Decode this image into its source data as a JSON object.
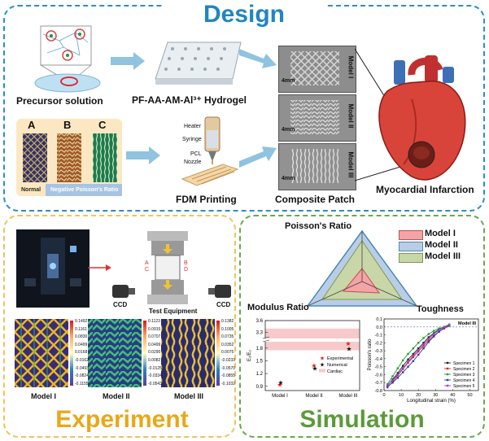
{
  "sections": {
    "design": "Design",
    "experiment": "Experiment",
    "simulation": "Simulation"
  },
  "design": {
    "precursor": "Precursor solution",
    "hydrogel": "PF-AA-AM-Al³⁺ Hydrogel",
    "fdm": "FDM Printing",
    "patch": "Composite Patch",
    "mi": "Myocardial Infarction",
    "patterns": {
      "a": "A",
      "b": "B",
      "c": "C",
      "normal": "Normal",
      "npr": "Negative Poisson's Ratio"
    },
    "printer": {
      "heater": "Heater",
      "syringe": "Syringe",
      "pcl": "PCL",
      "nozzle": "Nozzle"
    },
    "models": [
      "Model I",
      "Model II",
      "Model III"
    ],
    "scale": "4mm"
  },
  "experiment": {
    "ccd_left": "CCD",
    "ccd_right": "CCD",
    "equipment": "Test Equipment",
    "points": {
      "a": "A",
      "b": "B",
      "c": "C",
      "d": "D"
    },
    "maps": [
      {
        "label": "Model I",
        "ticks": [
          "0.1492",
          "0.1161",
          "0.0830",
          "0.0499",
          "0.0168",
          "-0.0162",
          "-0.0493",
          "-0.0824",
          "-0.1155"
        ]
      },
      {
        "label": "Model II",
        "ticks": [
          "0.1123",
          "0.0915",
          "0.0707",
          "0.0499",
          "0.0290",
          "0.0082",
          "-0.0125",
          "-0.0334",
          "-0.0543"
        ]
      },
      {
        "label": "Model III",
        "ticks": [
          "0.1382",
          "0.1005",
          "0.0735",
          "0.0352",
          "0.0075",
          "-0.0233",
          "-0.0570",
          "-0.0855",
          "-0.1032"
        ]
      }
    ]
  },
  "simulation": {
    "radar": {
      "axes": [
        "Poisson's Ratio",
        "Modulus Ratio",
        "Toughness"
      ],
      "legend": [
        "Model I",
        "Model II",
        "Model III"
      ],
      "colors": [
        "#f4a3a6",
        "#b9cde6",
        "#c9d6a8"
      ]
    },
    "modulus_chart": {
      "ylabel": "E₁/E₂",
      "yticks": [
        "0.9",
        "1.2",
        "1.5",
        "1.8",
        "3.3",
        "3.6"
      ],
      "categories": [
        "Model I",
        "Model II",
        "Model III"
      ],
      "legend": [
        "Experimental",
        "Numerical",
        "Cardiac"
      ]
    },
    "poisson_chart": {
      "title": "Model III",
      "ylabel": "Poisson's ratio",
      "xlabel": "Longitudinal strain (%)",
      "xticks": [
        "0",
        "10",
        "20",
        "30",
        "40",
        "50"
      ],
      "yticks": [
        "0.1",
        "0.0",
        "-0.1",
        "-0.2",
        "-0.3",
        "-0.4",
        "-0.5",
        "-0.6",
        "-0.7",
        "-0.8"
      ],
      "legend": [
        "Specimen 1",
        "Specimen 2",
        "Specimen 3",
        "Specimen 4",
        "Specimen 5"
      ]
    }
  },
  "chart_data": [
    {
      "type": "scatter",
      "ylabel": "E₁/E₂",
      "categories": [
        "Model I",
        "Model II",
        "Model III"
      ],
      "series": [
        {
          "name": "Experimental",
          "values": [
            0.93,
            1.38,
            1.9
          ]
        },
        {
          "name": "Numerical",
          "values": [
            0.98,
            1.32,
            1.78
          ]
        }
      ],
      "bands": [
        {
          "name": "Cardiac",
          "range": [
            1.75,
            3.4
          ]
        }
      ],
      "ylim": [
        0.8,
        3.6
      ],
      "legend": "bottom-right"
    },
    {
      "type": "line",
      "title": "Model III",
      "xlabel": "Longitudinal strain (%)",
      "ylabel": "Poisson's ratio",
      "xlim": [
        0,
        55
      ],
      "ylim": [
        -0.8,
        0.1
      ],
      "series": [
        {
          "name": "Specimen 1",
          "color": "#222222",
          "x": [
            2,
            5,
            8,
            11,
            14,
            17,
            20,
            23,
            26,
            29,
            32,
            35,
            38
          ],
          "y": [
            -0.74,
            -0.66,
            -0.58,
            -0.49,
            -0.41,
            -0.34,
            -0.27,
            -0.2,
            -0.13,
            -0.08,
            -0.03,
            0.0,
            0.02
          ]
        },
        {
          "name": "Specimen 2",
          "color": "#e02020",
          "x": [
            2,
            5,
            8,
            11,
            14,
            17,
            20,
            23,
            26,
            29,
            32,
            35,
            38
          ],
          "y": [
            -0.76,
            -0.69,
            -0.61,
            -0.53,
            -0.45,
            -0.38,
            -0.31,
            -0.24,
            -0.17,
            -0.11,
            -0.06,
            -0.02,
            0.01
          ]
        },
        {
          "name": "Specimen 3",
          "color": "#20a030",
          "x": [
            2,
            5,
            8,
            11,
            14,
            17,
            20,
            23,
            26,
            29,
            32,
            35,
            38
          ],
          "y": [
            -0.72,
            -0.62,
            -0.52,
            -0.42,
            -0.34,
            -0.27,
            -0.2,
            -0.14,
            -0.09,
            -0.05,
            -0.02,
            0.0,
            0.01
          ]
        },
        {
          "name": "Specimen 4",
          "color": "#2040c0",
          "x": [
            2,
            5,
            8,
            11,
            14,
            17,
            20,
            23,
            26,
            29,
            32,
            35,
            38
          ],
          "y": [
            -0.75,
            -0.7,
            -0.64,
            -0.57,
            -0.5,
            -0.43,
            -0.35,
            -0.27,
            -0.19,
            -0.12,
            -0.06,
            -0.01,
            0.03
          ]
        },
        {
          "name": "Specimen 5",
          "color": "#a040c0",
          "x": [
            2,
            5,
            8,
            11,
            14,
            17,
            20,
            23,
            26,
            29,
            32,
            35,
            38
          ],
          "y": [
            -0.73,
            -0.67,
            -0.6,
            -0.52,
            -0.44,
            -0.36,
            -0.29,
            -0.22,
            -0.15,
            -0.09,
            -0.04,
            0.0,
            0.03
          ]
        }
      ],
      "legend": "bottom-right"
    }
  ]
}
